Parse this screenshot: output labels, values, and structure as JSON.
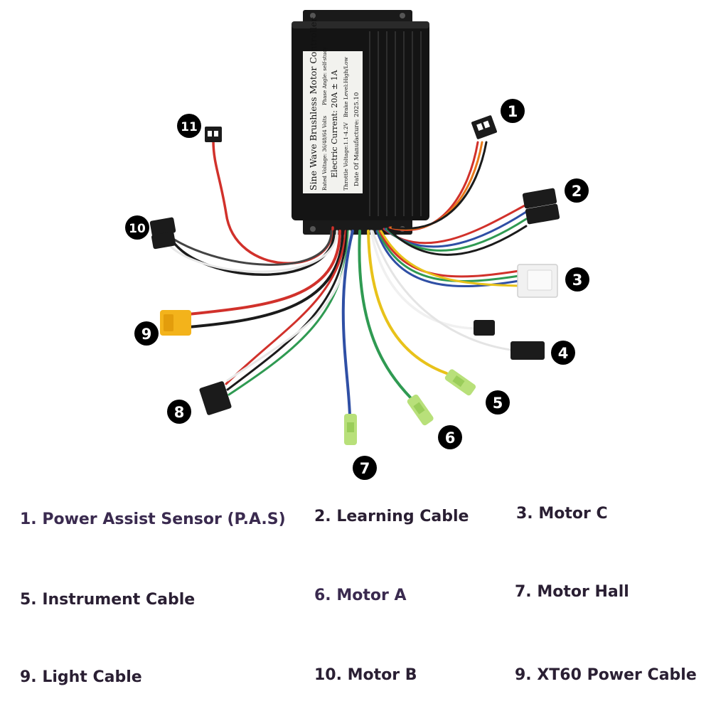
{
  "controller": {
    "title": "Sine Wave Brushless  Motor Controller",
    "rated_voltage": "Rated Voltage: 36/48/64 Volts",
    "phase_angle": "Phase Angle: self-study",
    "electric_current": "Electric Current: 20A ± 1A",
    "throttle_voltage": "Throttle Voltage:1.1-4.2V",
    "brake_level": "Brake Level:High/Low",
    "date_of_manufacture": "Date Of Manufacture:  2025.10"
  },
  "callouts": [
    "1",
    "2",
    "3",
    "4",
    "5",
    "6",
    "7",
    "8",
    "9",
    "10",
    "11"
  ],
  "legend": [
    "1. Power Assist Sensor (P.A.S)",
    "2. Learning Cable",
    "3. Motor C",
    "5. Instrument Cable",
    "6. Motor A",
    "7. Motor Hall",
    "9. Light Cable",
    "10. Motor B",
    "9. XT60 Power Cable"
  ],
  "colors": {
    "housing": "#141414",
    "label": "#f2f2ee",
    "red": "#d1312b",
    "black": "#1b1b1b",
    "yellow": "#e8c21a",
    "green": "#2f9a52",
    "blue": "#2f4fa5",
    "white": "#f4f4f4",
    "orange": "#e97a1a",
    "xt60": "#f3b31b",
    "terminal": "#b8e07a"
  }
}
